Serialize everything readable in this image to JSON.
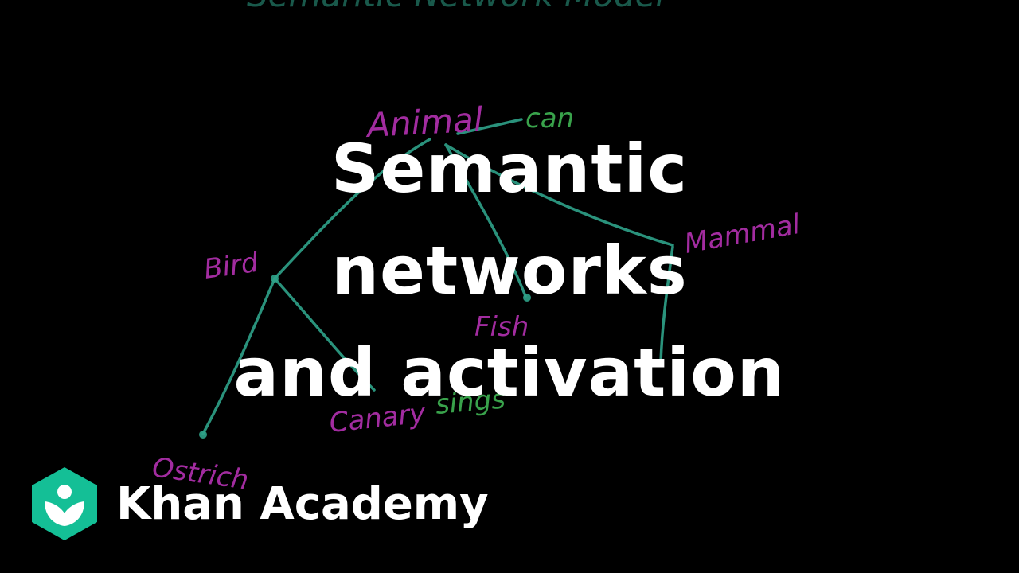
{
  "video": {
    "title_lines": [
      "Semantic",
      "networks",
      "and activation"
    ],
    "brand": {
      "name": "Khan Academy",
      "logo_icon": "khan-academy-hexagon-logo",
      "logo_color": "#14BF96"
    }
  },
  "background_drawing": {
    "header_text": "Semantic Network Model",
    "labels": {
      "animal": "Animal",
      "can": "can",
      "bird": "Bird",
      "mammal": "Mammal",
      "fish": "Fish",
      "canary": "Canary",
      "sings": "sings",
      "ostrich": "Ostrich"
    },
    "colors": {
      "node_label": "#d93bd6",
      "link": "#3fd9b8",
      "property": "#4cd964"
    }
  }
}
